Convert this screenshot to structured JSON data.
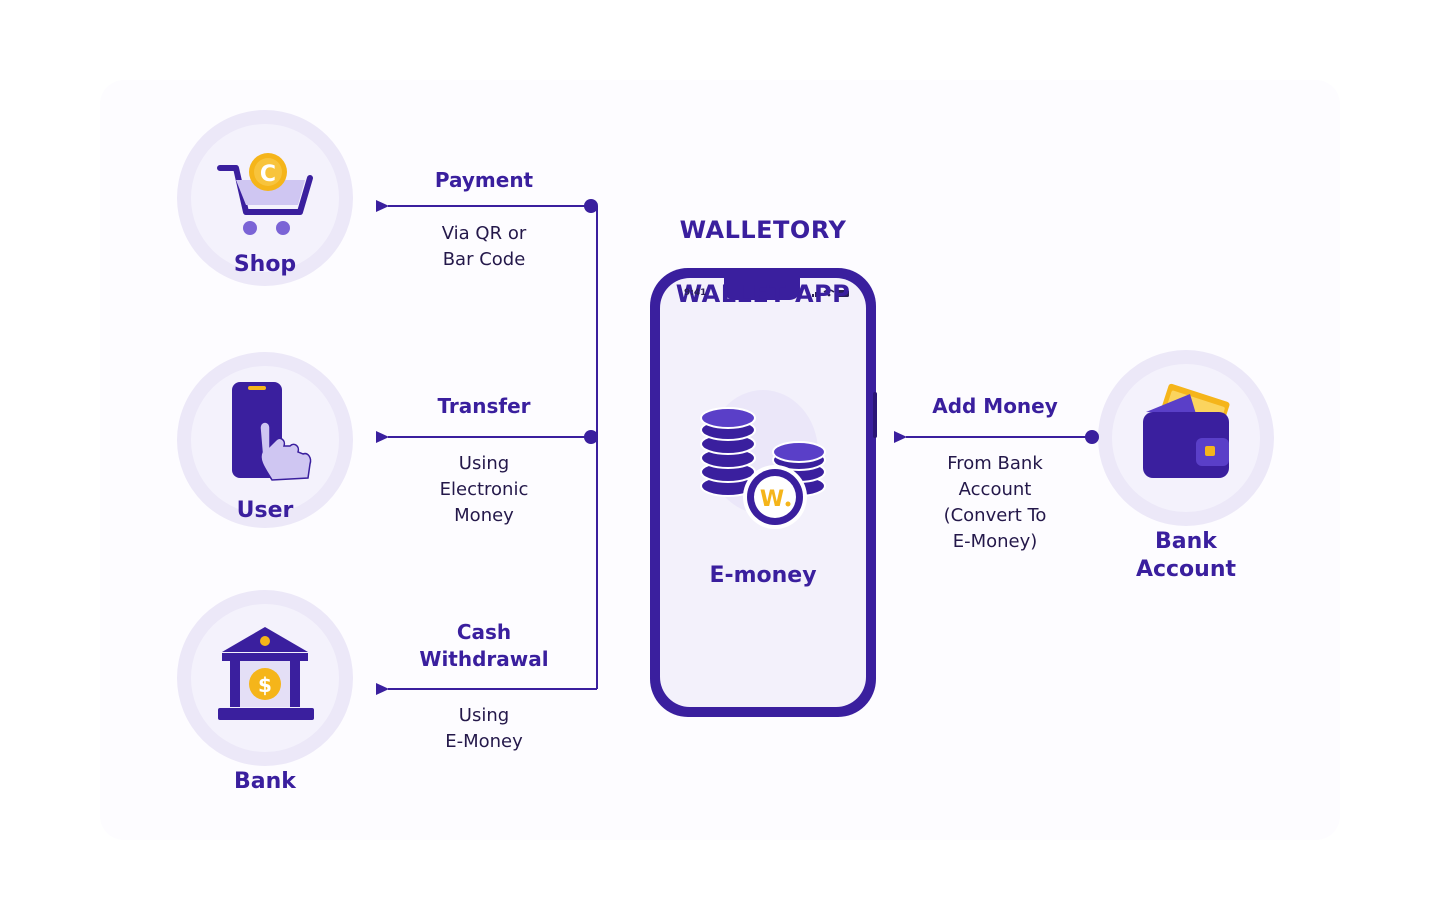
{
  "app": {
    "title_line1": "WALLETORY",
    "title_line2": "WALLET APP",
    "center_label": "E-money",
    "phone_time": "9:41",
    "coin_logo": "W"
  },
  "nodes": {
    "shop": {
      "label": "Shop",
      "icon": "shopping-cart-icon",
      "coin_letter": "C"
    },
    "user": {
      "label": "User",
      "icon": "phone-tap-icon"
    },
    "bank": {
      "label": "Bank",
      "icon": "bank-building-icon",
      "coin_symbol": "$"
    },
    "bank_account": {
      "label": "Bank\nAccount",
      "icon": "wallet-icon"
    }
  },
  "flows": {
    "payment": {
      "title": "Payment",
      "desc": "Via QR or\nBar Code"
    },
    "transfer": {
      "title": "Transfer",
      "desc": "Using\nElectronic\nMoney"
    },
    "cash_withdrawal": {
      "title": "Cash\nWithdrawal",
      "desc": "Using\nE-Money"
    },
    "add_money": {
      "title": "Add Money",
      "desc": "From Bank\nAccount\n(Convert To\nE-Money)"
    }
  },
  "colors": {
    "primary": "#3a1f9e",
    "accent": "#f5b51a",
    "circle_bg": "#f1eefb",
    "circle_ring": "#ece8f8",
    "phone_screen": "#f3f1fb"
  }
}
